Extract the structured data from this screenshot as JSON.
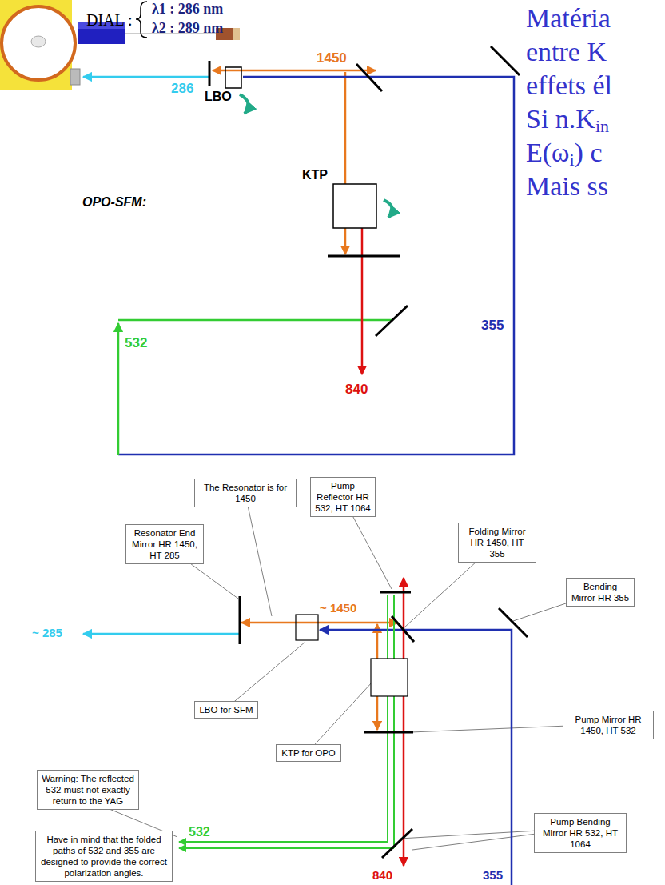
{
  "diagram": {
    "nodes": [
      {
        "text": [
          "The Resonator is for 1450"
        ]
      },
      {
        "text": [
          "Pump Reflector HR 532, HT 1064"
        ]
      },
      {
        "text": [
          "Resonator End Mirror HR 1450, HT 285"
        ]
      },
      {
        "text": [
          "Folding Mirror HR 1450, HT 355"
        ]
      },
      {
        "text": [
          "Bending Mirror HR 355"
        ]
      },
      {
        "text": [
          "LBO for SFM"
        ]
      },
      {
        "text": [
          "KTP for OPO"
        ]
      },
      {
        "text": [
          "Pump Mirror HR 1450, HT 532"
        ]
      },
      {
        "text": [
          "Warning: The reflected 532 must not exactly return to the YAG"
        ]
      },
      {
        "text": [
          "Have in mind that the folded paths of 532 and 355 are designed to provide the correct polarization angles."
        ]
      },
      {
        "text": [
          "Pump Bending Mirror HR 532, HT 1064"
        ]
      }
    ],
    "labels": [
      "DIAL :",
      "λ1 : 286 nm",
      "λ2 : 289 nm",
      "Matéria",
      "entre K",
      "effets él",
      "Si n.K",
      "in",
      "E(ω",
      "i",
      ") c",
      "Mais ss",
      "1450",
      "286",
      "LBO",
      "KTP",
      "OPO-SFM:",
      "532",
      "355",
      "840",
      "~ 1450",
      "~ 285",
      "532",
      "840",
      "355"
    ]
  }
}
